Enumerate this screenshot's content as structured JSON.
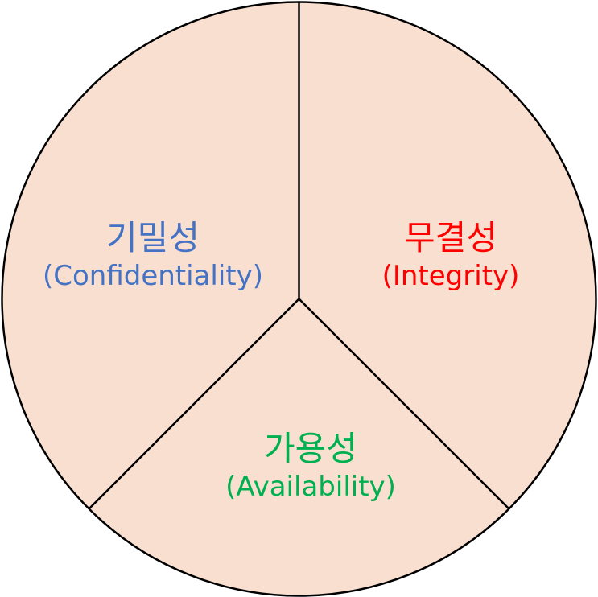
{
  "colors": {
    "fill": "#f9dfd0",
    "stroke": "#000000",
    "confidentiality": "#4472c4",
    "integrity": "#ff0000",
    "availability": "#00b050"
  },
  "segments": [
    {
      "key": "confidentiality",
      "ko": "기밀성",
      "en": "(Confidentiality)"
    },
    {
      "key": "integrity",
      "ko": "무결성",
      "en": "(Integrity)"
    },
    {
      "key": "availability",
      "ko": "가용성",
      "en": "(Availability)"
    }
  ]
}
